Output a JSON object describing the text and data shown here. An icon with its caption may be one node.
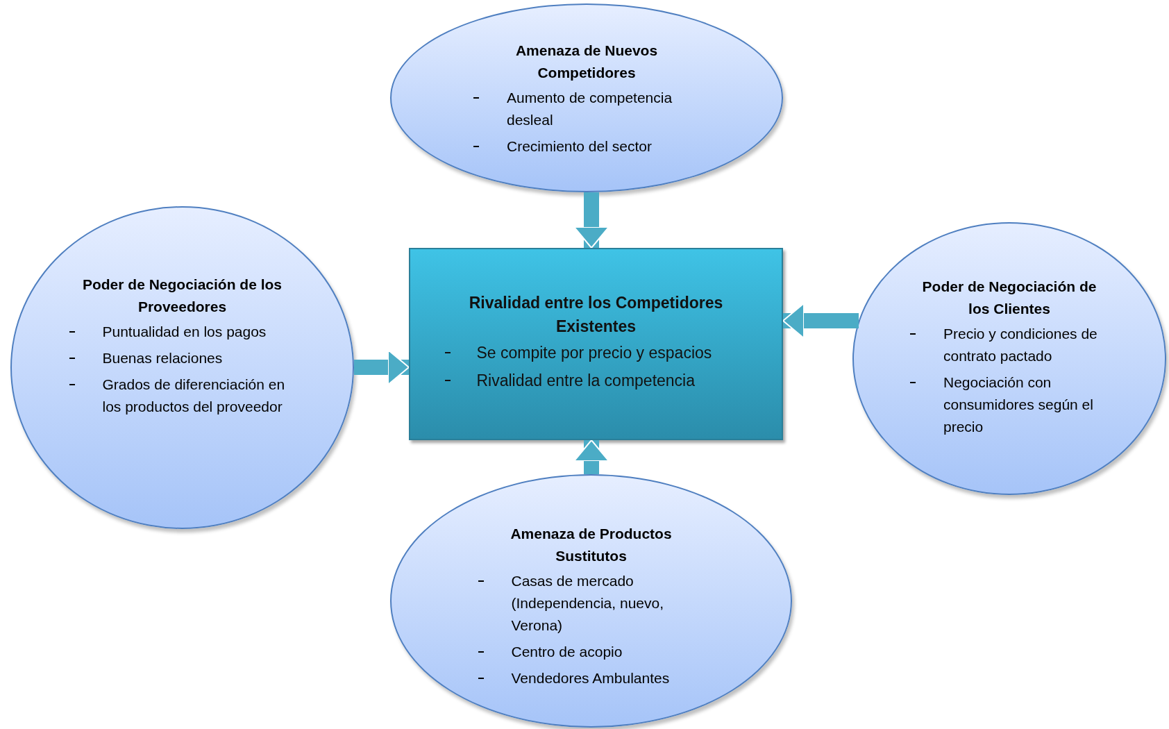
{
  "diagram": {
    "nodes": [
      {
        "text": [
          "Amenaza de Nuevos Competidores",
          "Aumento de competencia desleal",
          "Crecimiento del sector"
        ]
      },
      {
        "text": [
          "Poder de Negociación de los Proveedores",
          "Puntualidad en los pagos",
          "Buenas relaciones",
          "Grados de diferenciación en los productos del proveedor"
        ]
      },
      {
        "text": [
          "Rivalidad entre los Competidores Existentes",
          "Se compite por precio y espacios",
          "Rivalidad entre la competencia"
        ]
      },
      {
        "text": [
          "Poder de Negociación de los Clientes",
          "Precio y condiciones de contrato pactado",
          "Negociación con consumidores según el precio"
        ]
      },
      {
        "text": [
          "Amenaza de Productos Sustitutos",
          "Casas de mercado (Independencia, nuevo, Verona)",
          "Centro de acopio",
          "Vendedores Ambulantes"
        ]
      }
    ],
    "edges": [
      {
        "from": 0,
        "to": 2,
        "arrow": "to"
      },
      {
        "from": 1,
        "to": 2,
        "arrow": "to"
      },
      {
        "from": 3,
        "to": 2,
        "arrow": "to"
      },
      {
        "from": 4,
        "to": 2,
        "arrow": "to"
      }
    ]
  }
}
